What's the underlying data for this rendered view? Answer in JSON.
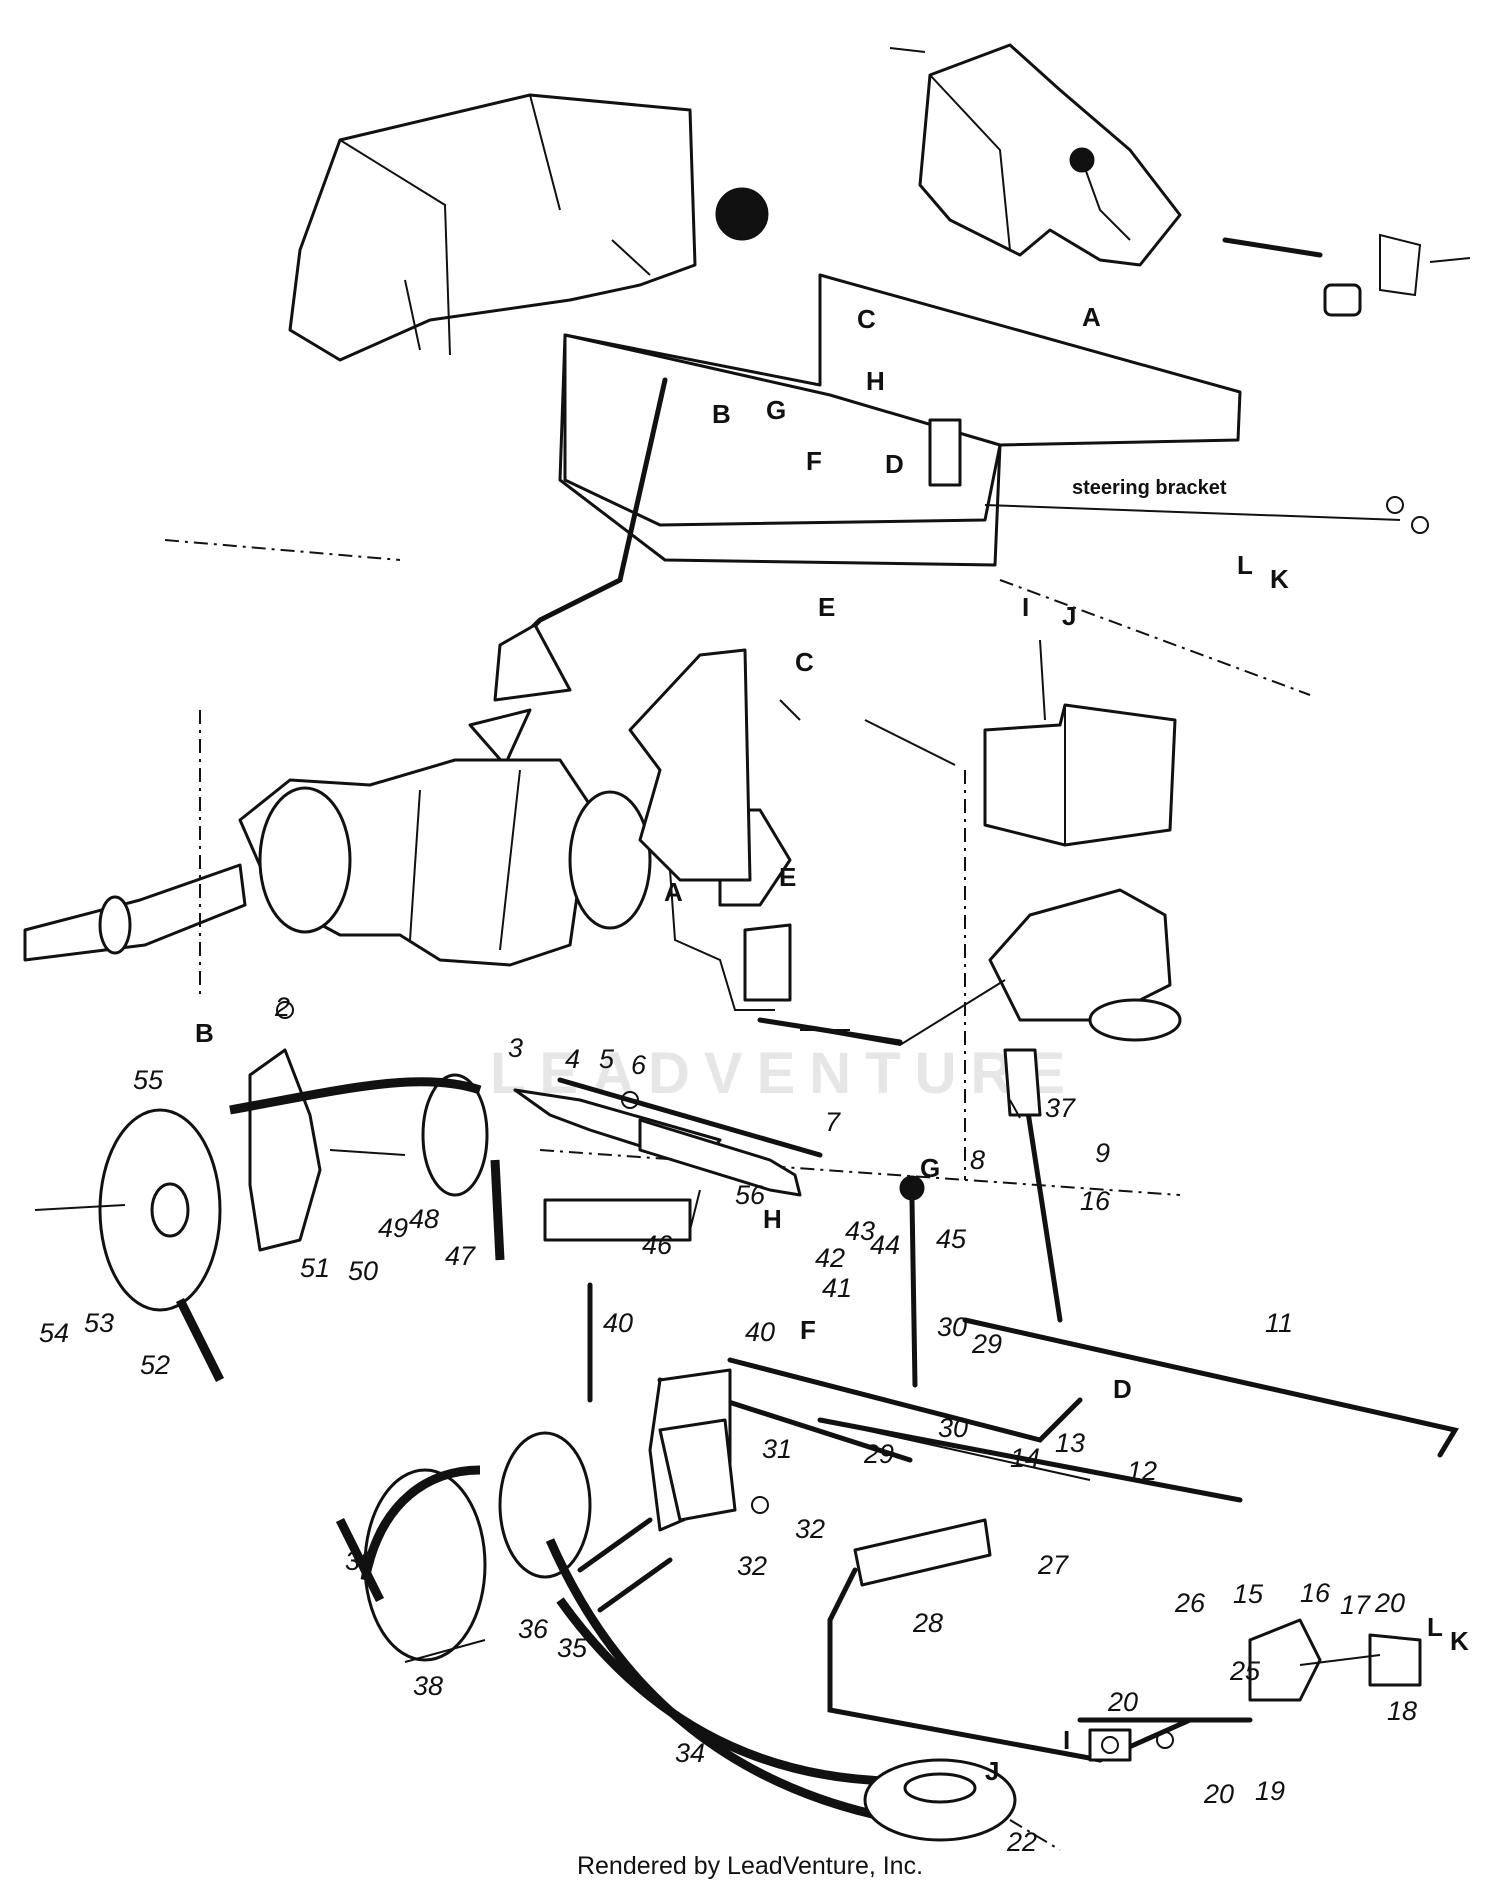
{
  "diagram": {
    "watermark": "LEADVENTURE",
    "footer": "Rendered by LeadVenture, Inc.",
    "steering_label": "steering bracket",
    "callouts": [
      {
        "text": "A",
        "kind": "let"
      },
      {
        "text": "C",
        "kind": "let"
      },
      {
        "text": "H",
        "kind": "let"
      },
      {
        "text": "B",
        "kind": "let"
      },
      {
        "text": "G",
        "kind": "let"
      },
      {
        "text": "F",
        "kind": "let"
      },
      {
        "text": "D",
        "kind": "let"
      },
      {
        "text": "L",
        "kind": "let"
      },
      {
        "text": "K",
        "kind": "let"
      },
      {
        "text": "E",
        "kind": "let"
      },
      {
        "text": "I",
        "kind": "let"
      },
      {
        "text": "J",
        "kind": "let"
      },
      {
        "text": "C",
        "kind": "let"
      },
      {
        "text": "A",
        "kind": "let"
      },
      {
        "text": "E",
        "kind": "let"
      },
      {
        "text": "B",
        "kind": "let"
      },
      {
        "text": "G",
        "kind": "let"
      },
      {
        "text": "H",
        "kind": "let"
      },
      {
        "text": "F",
        "kind": "let"
      },
      {
        "text": "D",
        "kind": "let"
      },
      {
        "text": "L",
        "kind": "let"
      },
      {
        "text": "K",
        "kind": "let"
      },
      {
        "text": "I",
        "kind": "let"
      },
      {
        "text": "J",
        "kind": "let"
      },
      {
        "text": "2",
        "kind": "num"
      },
      {
        "text": "3",
        "kind": "num"
      },
      {
        "text": "4",
        "kind": "num"
      },
      {
        "text": "5",
        "kind": "num"
      },
      {
        "text": "6",
        "kind": "num"
      },
      {
        "text": "7",
        "kind": "num"
      },
      {
        "text": "8",
        "kind": "num"
      },
      {
        "text": "9",
        "kind": "num"
      },
      {
        "text": "11",
        "kind": "num"
      },
      {
        "text": "12",
        "kind": "num"
      },
      {
        "text": "13",
        "kind": "num"
      },
      {
        "text": "14",
        "kind": "num"
      },
      {
        "text": "15",
        "kind": "num"
      },
      {
        "text": "16",
        "kind": "num"
      },
      {
        "text": "16",
        "kind": "num"
      },
      {
        "text": "17",
        "kind": "num"
      },
      {
        "text": "18",
        "kind": "num"
      },
      {
        "text": "19",
        "kind": "num"
      },
      {
        "text": "20",
        "kind": "num"
      },
      {
        "text": "20",
        "kind": "num"
      },
      {
        "text": "20",
        "kind": "num"
      },
      {
        "text": "22",
        "kind": "num"
      },
      {
        "text": "25",
        "kind": "num"
      },
      {
        "text": "26",
        "kind": "num"
      },
      {
        "text": "27",
        "kind": "num"
      },
      {
        "text": "28",
        "kind": "num"
      },
      {
        "text": "29",
        "kind": "num"
      },
      {
        "text": "29",
        "kind": "num"
      },
      {
        "text": "30",
        "kind": "num"
      },
      {
        "text": "30",
        "kind": "num"
      },
      {
        "text": "31",
        "kind": "num"
      },
      {
        "text": "32",
        "kind": "num"
      },
      {
        "text": "32",
        "kind": "num"
      },
      {
        "text": "34",
        "kind": "num"
      },
      {
        "text": "35",
        "kind": "num"
      },
      {
        "text": "36",
        "kind": "num"
      },
      {
        "text": "37",
        "kind": "num"
      },
      {
        "text": "38",
        "kind": "num"
      },
      {
        "text": "39",
        "kind": "num"
      },
      {
        "text": "40",
        "kind": "num"
      },
      {
        "text": "40",
        "kind": "num"
      },
      {
        "text": "41",
        "kind": "num"
      },
      {
        "text": "42",
        "kind": "num"
      },
      {
        "text": "43",
        "kind": "num"
      },
      {
        "text": "44",
        "kind": "num"
      },
      {
        "text": "45",
        "kind": "num"
      },
      {
        "text": "46",
        "kind": "num"
      },
      {
        "text": "47",
        "kind": "num"
      },
      {
        "text": "48",
        "kind": "num"
      },
      {
        "text": "49",
        "kind": "num"
      },
      {
        "text": "50",
        "kind": "num"
      },
      {
        "text": "51",
        "kind": "num"
      },
      {
        "text": "52",
        "kind": "num"
      },
      {
        "text": "53",
        "kind": "num"
      },
      {
        "text": "54",
        "kind": "num"
      },
      {
        "text": "55",
        "kind": "num"
      },
      {
        "text": "56",
        "kind": "num"
      }
    ]
  }
}
